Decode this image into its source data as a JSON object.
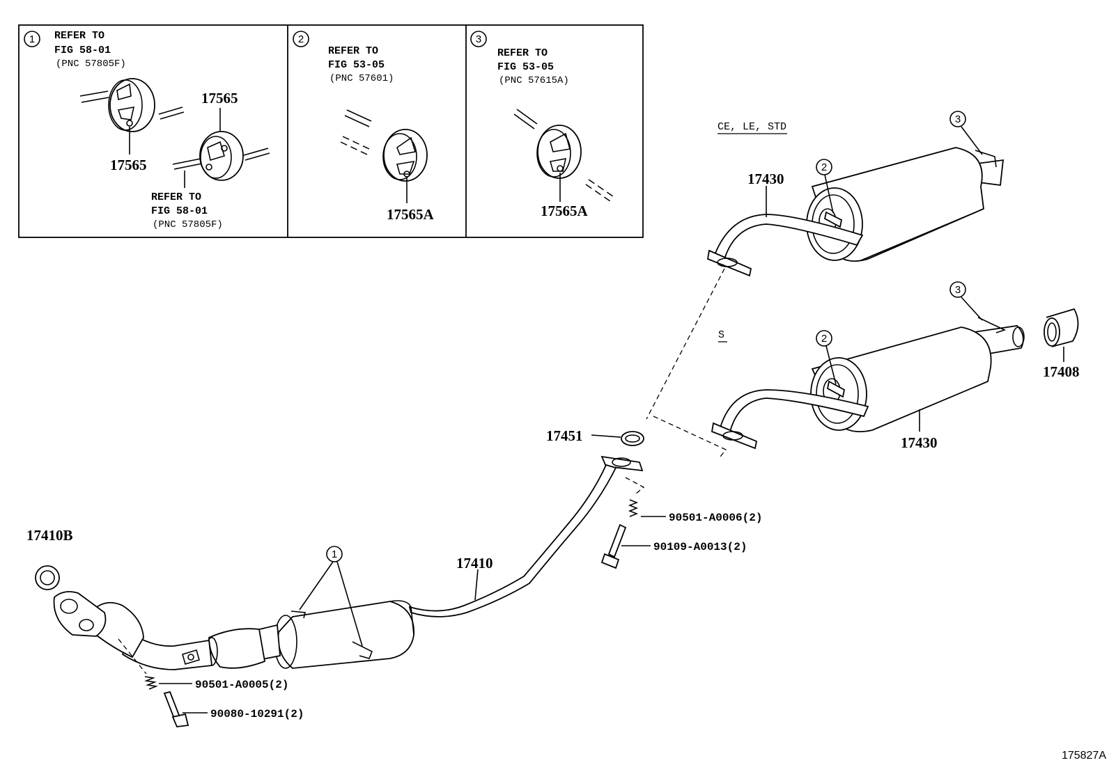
{
  "inset_boxes": [
    {
      "marker": "1",
      "refs": [
        {
          "line1": "REFER TO",
          "line2": "FIG 58-01",
          "line3": "(PNC 57805F)"
        },
        {
          "line1": "REFER TO",
          "line2": "FIG 58-01",
          "line3": "(PNC 57805F)"
        }
      ],
      "parts": [
        "17565",
        "17565"
      ]
    },
    {
      "marker": "2",
      "refs": [
        {
          "line1": "REFER TO",
          "line2": "FIG 53-05",
          "line3": "(PNC 57601)"
        }
      ],
      "parts": [
        "17565A"
      ]
    },
    {
      "marker": "3",
      "refs": [
        {
          "line1": "REFER TO",
          "line2": "FIG 53-05",
          "line3": "(PNC 57615A)"
        }
      ],
      "parts": [
        "17565A"
      ]
    }
  ],
  "variants": {
    "upper": "CE, LE, STD",
    "lower": "S"
  },
  "callouts": {
    "muffler_upper": "17430",
    "muffler_lower": "17430",
    "tail_tip": "17408",
    "gasket_mid": "17451",
    "front_pipe": "17410",
    "gasket_front": "17410B",
    "spring_mid": "90501-A0006(2)",
    "bolt_mid": "90109-A0013(2)",
    "spring_front": "90501-A0005(2)",
    "bolt_front": "90080-10291(2)"
  },
  "markers": {
    "m1": "1",
    "m2": "2",
    "m3": "3"
  },
  "figure_number": "175827A"
}
